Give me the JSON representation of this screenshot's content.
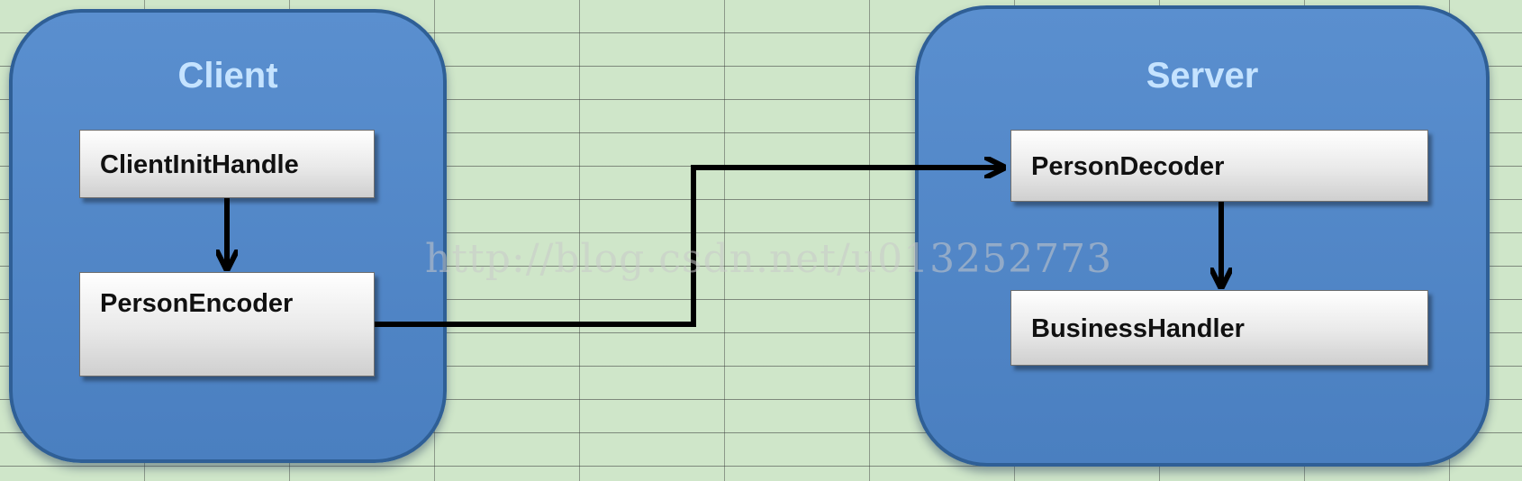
{
  "client": {
    "title": "Client",
    "nodes": [
      "ClientInitHandle",
      "PersonEncoder"
    ]
  },
  "server": {
    "title": "Server",
    "nodes": [
      "PersonDecoder",
      "BusinessHandler"
    ]
  },
  "watermark": "http://blog.csdn.net/u013252773",
  "colors": {
    "background": "#cfe6c9",
    "panel": "#4f85c6",
    "panel_border": "#2f5f96",
    "panel_title": "#c5e3ff",
    "node": "#e9e9e9",
    "connector": "#000000"
  }
}
